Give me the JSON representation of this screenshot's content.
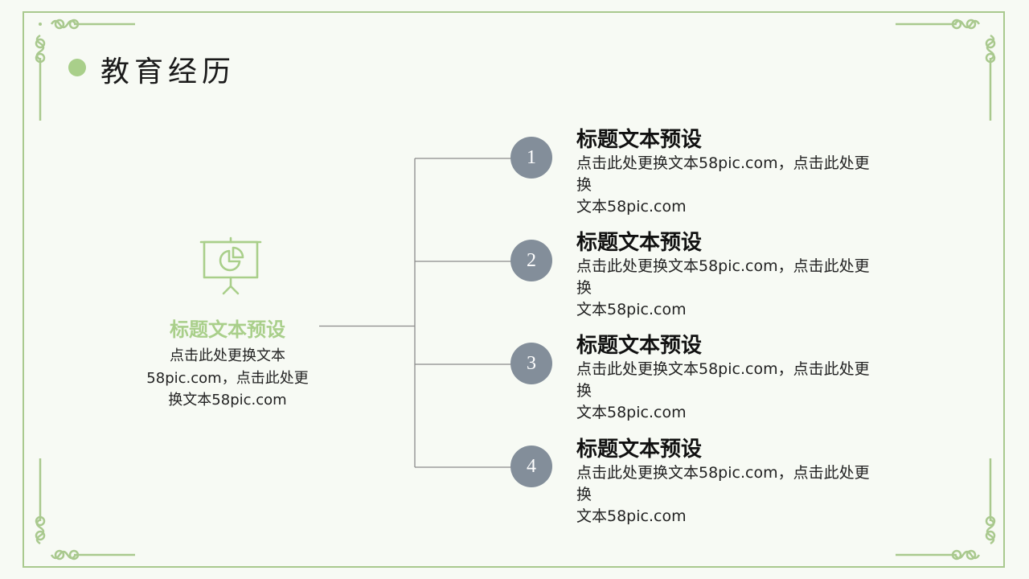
{
  "page": {
    "title": "教育经历"
  },
  "center": {
    "icon": "presentation-chart-icon",
    "title": "标题文本预设",
    "desc_lines": [
      "点击此处更换文本",
      "58pic.com，点击此处更",
      "换文本58pic.com"
    ]
  },
  "items": [
    {
      "number": "1",
      "title": "标题文本预设",
      "desc_lines": [
        "点击此处更换文本58pic.com，点击此处更换",
        "文本58pic.com"
      ]
    },
    {
      "number": "2",
      "title": "标题文本预设",
      "desc_lines": [
        "点击此处更换文本58pic.com，点击此处更换",
        "文本58pic.com"
      ]
    },
    {
      "number": "3",
      "title": "标题文本预设",
      "desc_lines": [
        "点击此处更换文本58pic.com，点击此处更换",
        "文本58pic.com"
      ]
    },
    {
      "number": "4",
      "title": "标题文本预设",
      "desc_lines": [
        "点击此处更换文本58pic.com，点击此处更换",
        "文本58pic.com"
      ]
    }
  ],
  "colors": {
    "accent": "#a9cf8a",
    "frame": "#a9c98e",
    "node": "#838e9a",
    "line": "#8a8a8a",
    "background": "#f7faf4"
  }
}
